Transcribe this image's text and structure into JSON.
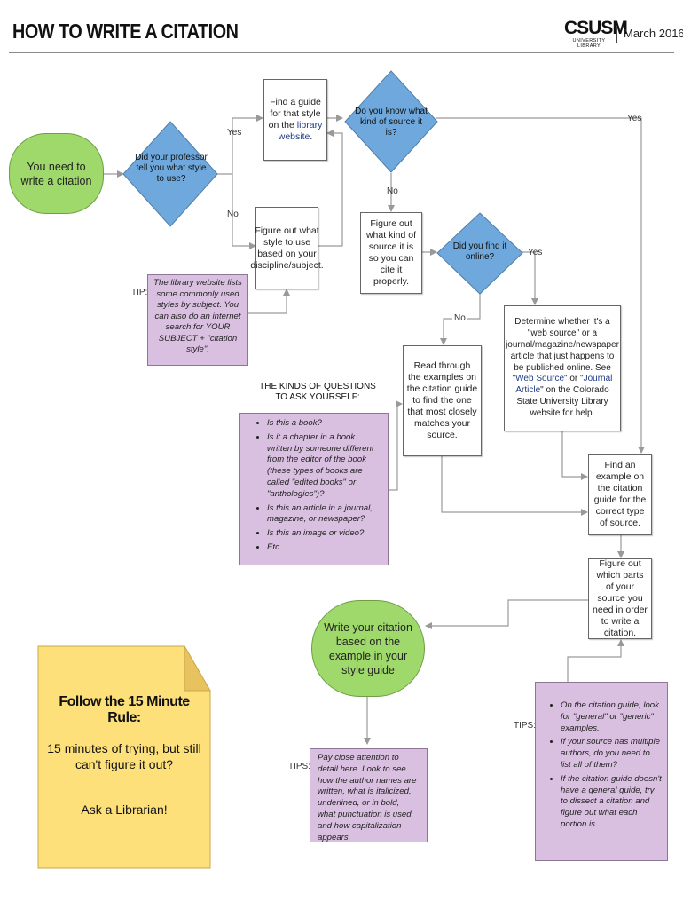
{
  "header": {
    "title": "HOW TO WRITE A CITATION",
    "logo_text": "CSUSM",
    "logo_subtext": "UNIVERSITY LIBRARY",
    "date": "March 2016"
  },
  "colors": {
    "start_green": "#9fd86b",
    "decision_blue": "#6fa8dc",
    "tip_purple": "#d9bfe0",
    "sticky_yellow": "#fde07a",
    "link_blue": "#1f3c88"
  },
  "flow": {
    "start": "You need to write a citation",
    "decision_professor": "Did your professor tell you what style to use?",
    "label_yes_1": "Yes",
    "label_no_1": "No",
    "find_guide_prefix": "Find a guide for that style on the",
    "find_guide_link": "library website",
    "find_guide_suffix": ".",
    "figure_style": "Figure out what style to use based on your discipline/subject.",
    "tip_label_1": "TIP:",
    "tip_1": "The library website lists some commonly used styles by subject. You can also do an internet search for YOUR SUBJECT + \"citation style\".",
    "decision_source_kind": "Do you know what kind of source it is?",
    "label_yes_2": "Yes",
    "label_no_2": "No",
    "figure_kind": "Figure out what kind of source it is so you can cite it properly.",
    "decision_online": "Did you find it online?",
    "label_yes_3": "Yes",
    "label_no_3": "No",
    "determine_1": "Determine whether it's a \"web source\" or a journal/magazine/newspaper article that just happens to be published online. See \"",
    "determine_link_1": "Web Source",
    "determine_2": "\" or \"",
    "determine_link_2": "Journal Article",
    "determine_3": "\" on the Colorado State University Library website for help.",
    "read_through": "Read through the examples on the citation guide to find the one that most closely matches your source.",
    "questions_heading": "THE KINDS OF QUESTIONS TO ASK YOURSELF:",
    "questions": [
      "Is this a book?",
      "Is it a chapter in a book written by someone different from the editor of the book (these types of books are called \"edited books\" or \"anthologies\")?",
      "Is this an article in a journal, magazine, or newspaper?",
      "Is this an image or video?",
      "Etc..."
    ],
    "find_example": "Find an example on the citation guide for the correct type of source.",
    "figure_parts": "Figure out which parts of your source you need in order to write a citation.",
    "write_citation": "Write your citation based on the example in your style guide",
    "tips_label_left": "TIPS:",
    "tips_left": "Pay close attention to detail here. Look to see how the author names are written, what is italicized, underlined, or in bold, what punctuation is used, and how capitalization appears.",
    "tips_label_right": "TIPS:",
    "tips_right": [
      "On the citation guide, look for \"general\" or \"generic\" examples.",
      "If your source has multiple authors, do you need to list all of them?",
      "If the citation guide doesn't have a general guide, try to dissect a citation and figure out what each portion is."
    ]
  },
  "sticky": {
    "title": "Follow the 15 Minute Rule:",
    "line1": "15 minutes of trying, but still can't figure it out?",
    "line2": "Ask a Librarian!"
  }
}
